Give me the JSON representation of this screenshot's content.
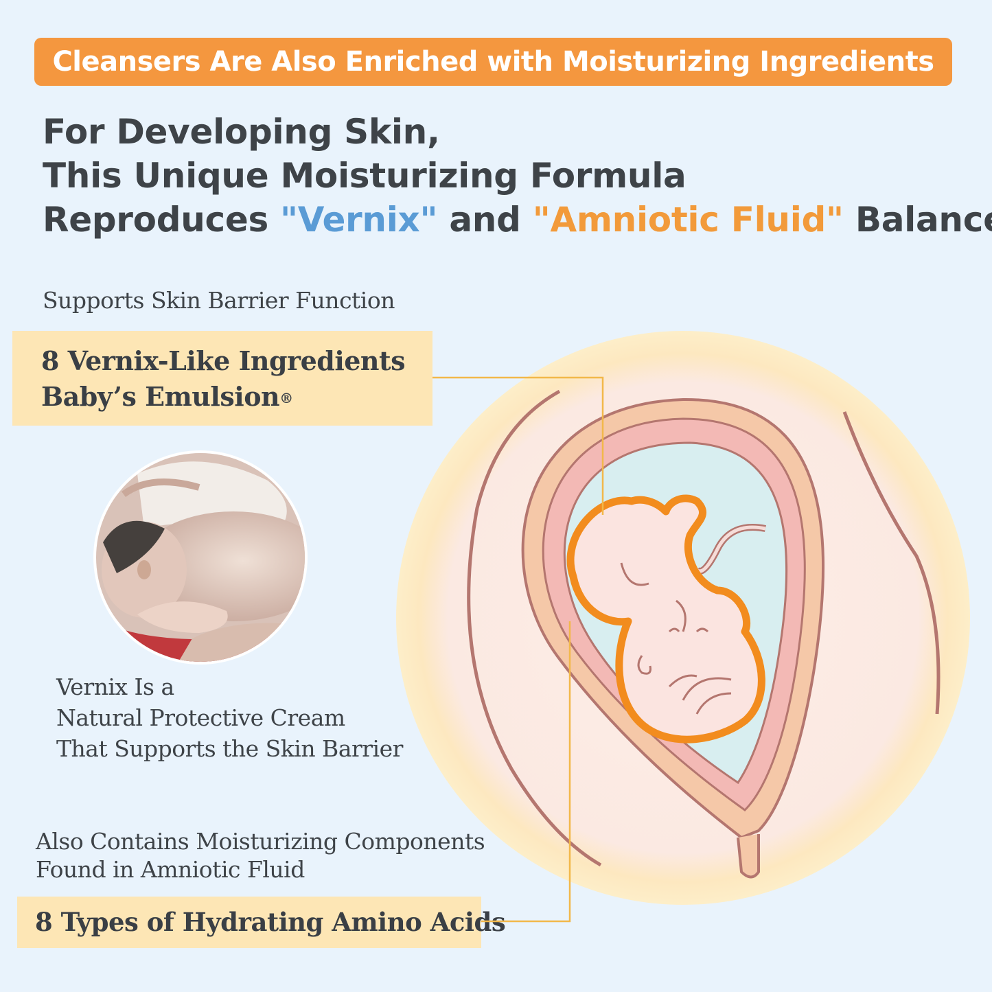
{
  "banner": {
    "text": "Cleansers Are Also Enriched with Moisturizing Ingredients"
  },
  "headline": {
    "line1": "For Developing Skin,",
    "line2": "This Unique Moisturizing Formula",
    "line3_prefix": "Reproduces ",
    "vernix": "\"Vernix\"",
    "and": " and ",
    "amniotic": "\"Amniotic Fluid\"",
    "line3_suffix": " Balance"
  },
  "barrier": {
    "heading": "Supports Skin Barrier Function",
    "box_line1": "8 Vernix-Like Ingredients",
    "box_line2": "Baby’s Emulsion",
    "registered": "®"
  },
  "photo_caption": {
    "line1": "Vernix Is a",
    "line2": "Natural Protective Cream",
    "line3": "That Supports the Skin Barrier"
  },
  "amniotic": {
    "heading_line1": "Also Contains Moisturizing Components",
    "heading_line2": "Found in Amniotic Fluid",
    "box": "8 Types of Hydrating Amino Acids"
  },
  "colors": {
    "banner": "#f4973f",
    "background": "#e9f3fc",
    "highlight_box": "#fde6b5",
    "vernix_text": "#5a9bd5",
    "amniotic_text": "#f29a3a",
    "fetus_outline": "#f28c1e"
  }
}
